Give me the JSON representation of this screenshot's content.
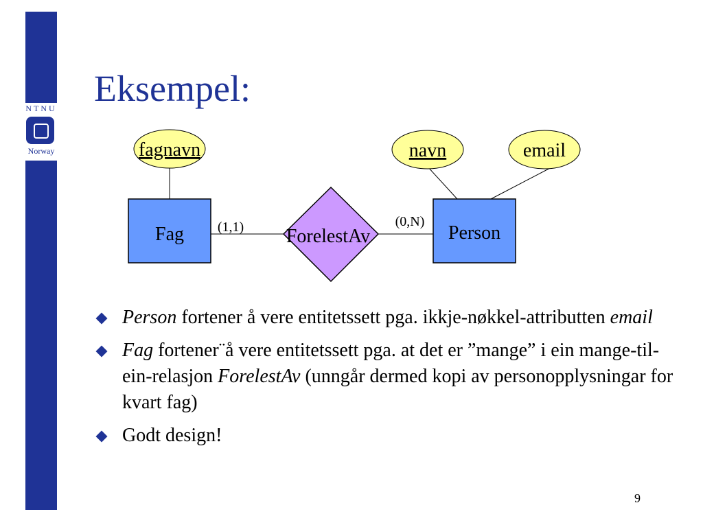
{
  "slide": {
    "title": "Eksempel:",
    "page_number": "9"
  },
  "logo": {
    "top_text": "NTNU",
    "bottom_text": "Norway"
  },
  "diagram": {
    "entities": [
      {
        "id": "fag",
        "label": "Fag"
      },
      {
        "id": "person",
        "label": "Person"
      }
    ],
    "relationship": {
      "label": "ForelestAv"
    },
    "attributes": [
      {
        "label": "fagnavn",
        "key": true
      },
      {
        "label": "navn",
        "key": true
      },
      {
        "label": "email",
        "key": false
      }
    ],
    "cardinalities": [
      {
        "label": "(1,1)"
      },
      {
        "label": "(0,N)"
      }
    ]
  },
  "bullets": [
    {
      "em": "Person",
      "text": " fortener å vere entitetssett pga. ikkje-nøkkel-attributten ",
      "em2": "email",
      "text2": ""
    },
    {
      "em": "Fag",
      "text": " fortener¨å vere entitetssett pga. at det er ”mange” i ein mange-til-ein-relasjon ",
      "em2": "ForelestAv",
      "text2": " (unngår dermed kopi av personopplysningar for kvart fag)"
    },
    {
      "em": "",
      "text": "Godt design!",
      "em2": "",
      "text2": ""
    }
  ],
  "colors": {
    "brand_blue": "#1f3396",
    "entity_fill": "#6699ff",
    "relationship_fill": "#cc99ff",
    "attribute_fill": "#ffff99"
  }
}
